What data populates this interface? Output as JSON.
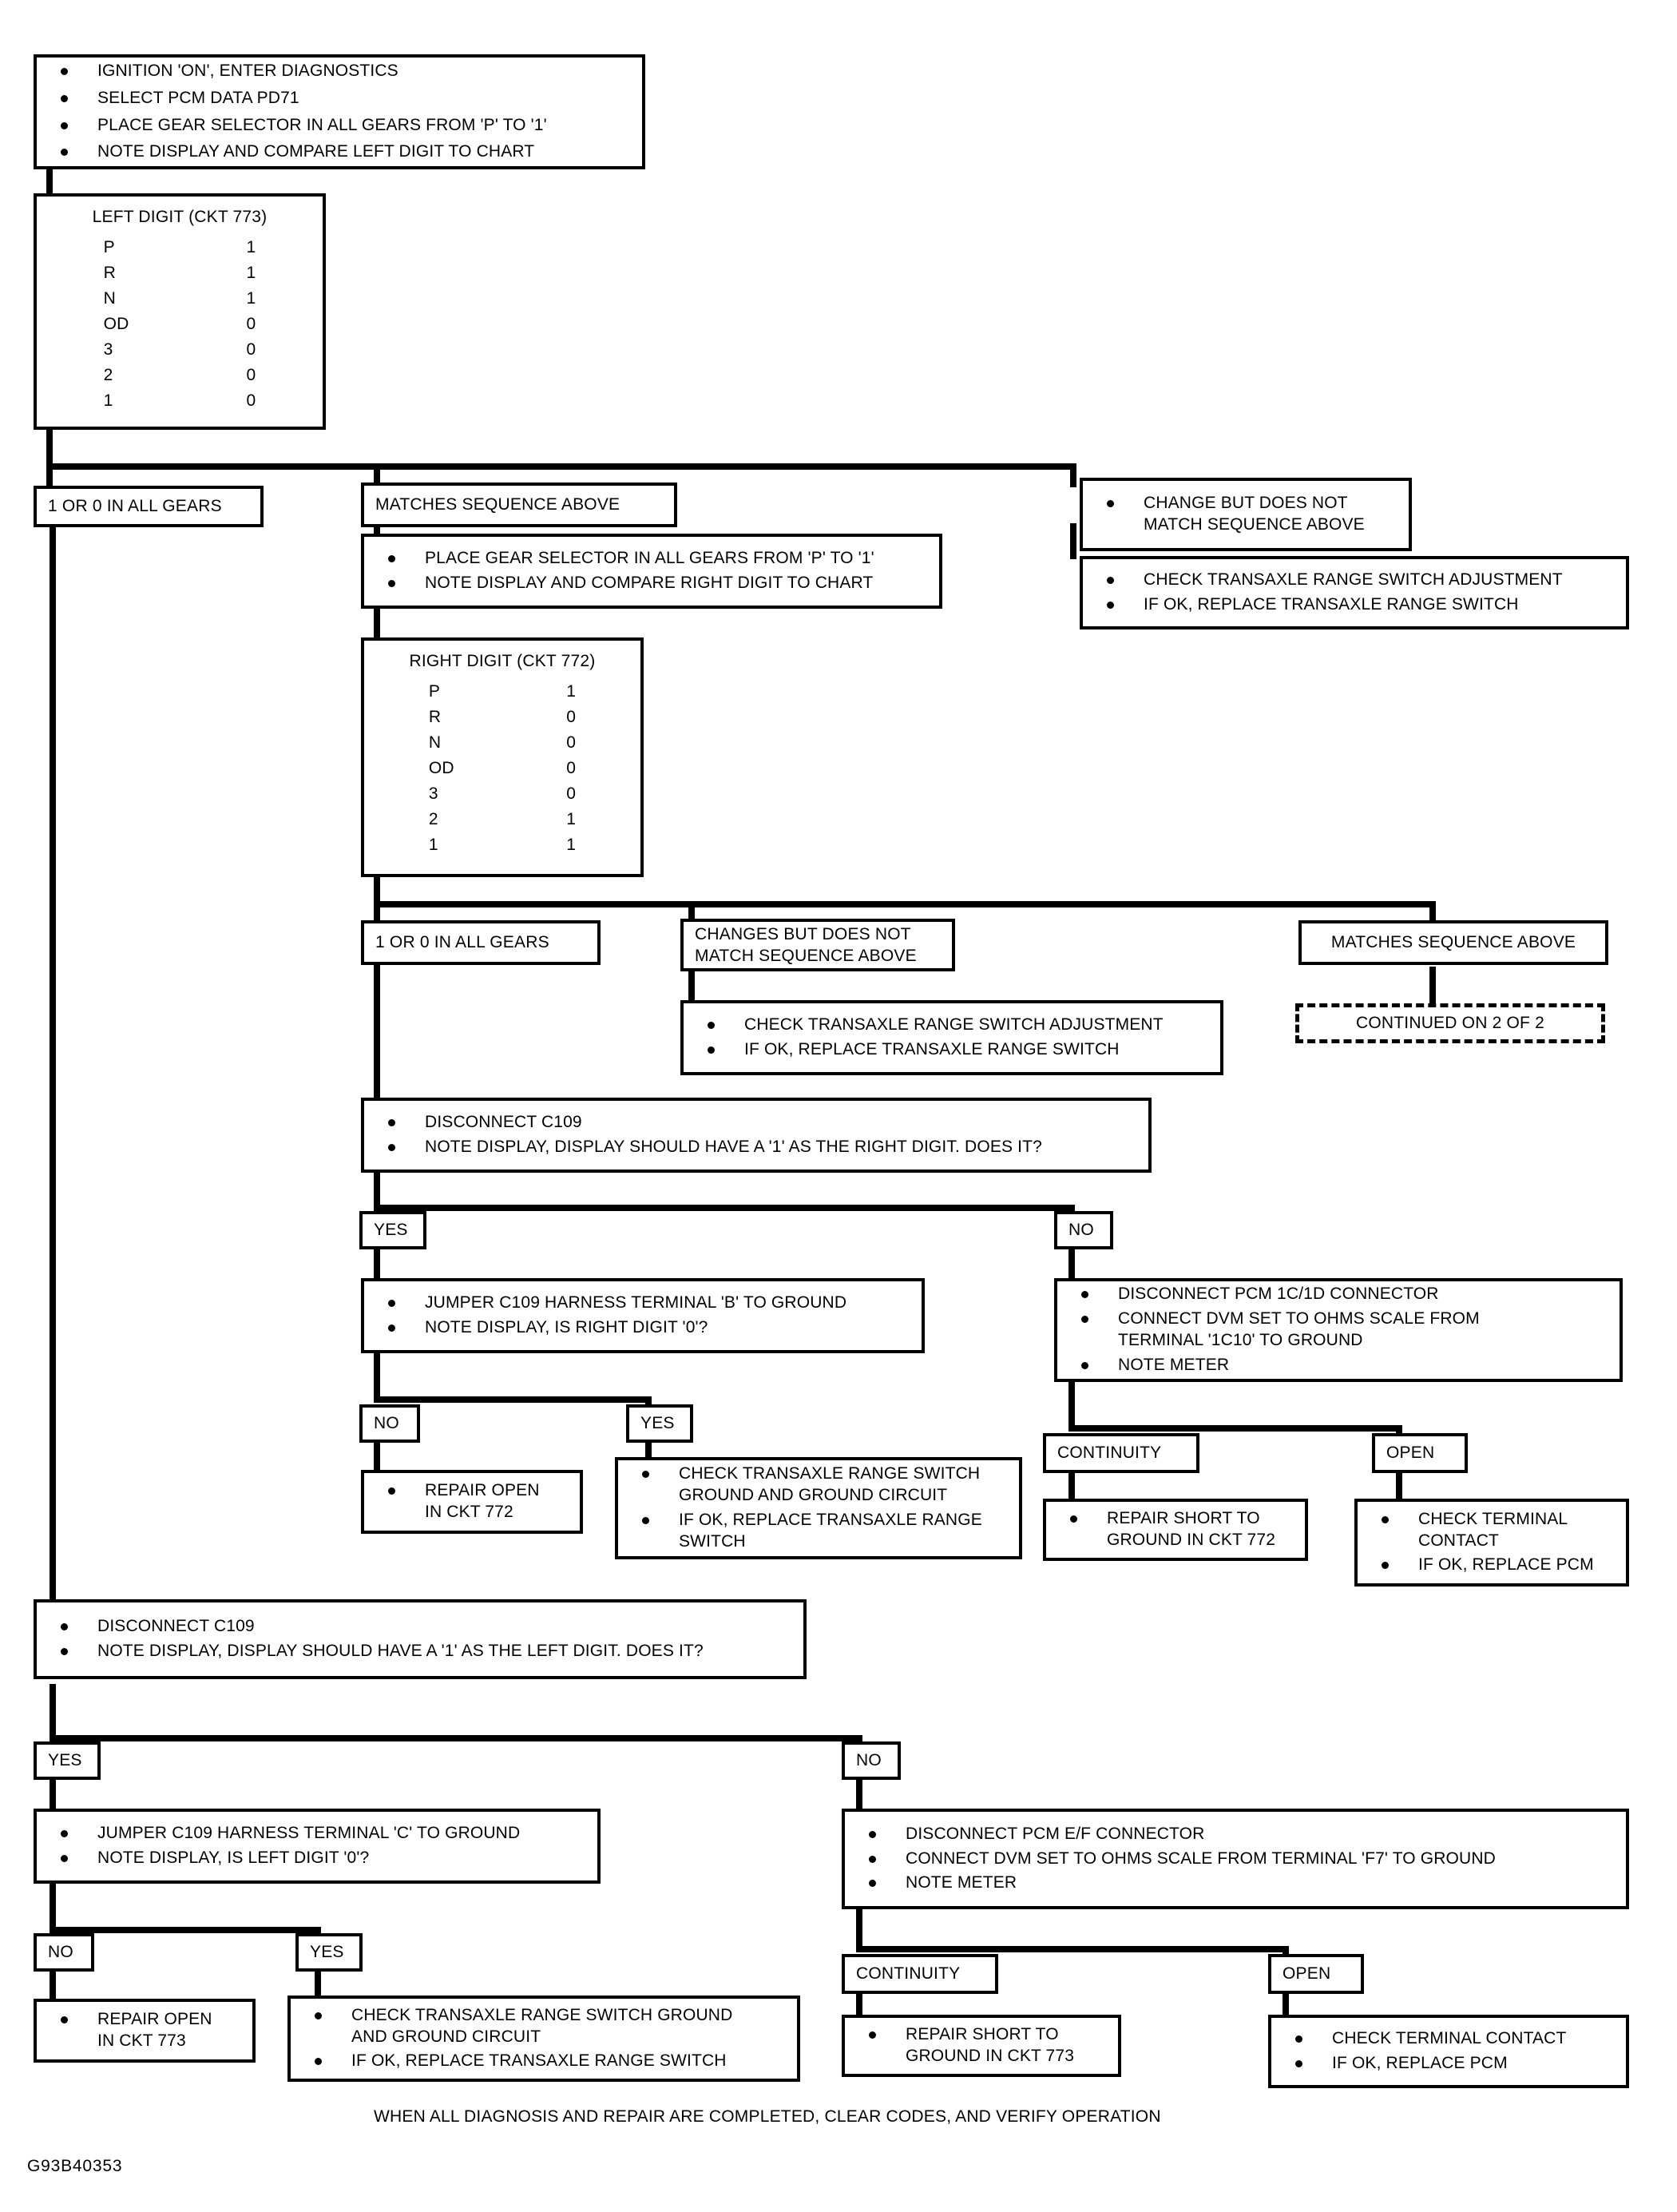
{
  "figure": {
    "code": "G93B40353",
    "closing_note": "WHEN ALL DIAGNOSIS AND REPAIR ARE COMPLETED,  CLEAR CODES, AND VERIFY OPERATION"
  },
  "start_block": {
    "items": [
      "IGNITION 'ON', ENTER DIAGNOSTICS",
      "SELECT PCM DATA PD71",
      "PLACE GEAR SELECTOR IN ALL GEARS FROM 'P' TO '1'",
      "NOTE DISPLAY AND COMPARE LEFT DIGIT TO CHART"
    ]
  },
  "left_digit_chart": {
    "title": "LEFT DIGIT (CKT 773)",
    "rows": [
      {
        "gear": "P",
        "value": "1"
      },
      {
        "gear": "R",
        "value": "1"
      },
      {
        "gear": "N",
        "value": "1"
      },
      {
        "gear": "OD",
        "value": "0"
      },
      {
        "gear": "3",
        "value": "0"
      },
      {
        "gear": "2",
        "value": "0"
      },
      {
        "gear": "1",
        "value": "0"
      }
    ]
  },
  "right_digit_chart": {
    "title": "RIGHT DIGIT (CKT 772)",
    "rows": [
      {
        "gear": "P",
        "value": "1"
      },
      {
        "gear": "R",
        "value": "0"
      },
      {
        "gear": "N",
        "value": "0"
      },
      {
        "gear": "OD",
        "value": "0"
      },
      {
        "gear": "3",
        "value": "0"
      },
      {
        "gear": "2",
        "value": "1"
      },
      {
        "gear": "1",
        "value": "1"
      }
    ]
  },
  "branch_row_1": {
    "left_label": "1 OR 0 IN ALL GEARS",
    "middle_label": "MATCHES SEQUENCE ABOVE",
    "right_item": "CHANGE BUT DOES NOT\nMATCH SEQUENCE ABOVE"
  },
  "right_digit_instructions": {
    "items": [
      "PLACE GEAR SELECTOR IN ALL GEARS FROM 'P' TO '1'",
      "NOTE DISPLAY AND COMPARE RIGHT DIGIT TO CHART"
    ]
  },
  "transaxle_fix_top": {
    "items": [
      "CHECK TRANSAXLE RANGE SWITCH ADJUSTMENT",
      "IF OK, REPLACE  TRANSAXLE RANGE SWITCH"
    ]
  },
  "branch_row_2": {
    "left_label": "1 OR 0 IN ALL GEARS",
    "middle_label": "CHANGES BUT DOES NOT\nMATCH SEQUENCE ABOVE",
    "right_label": "MATCHES SEQUENCE ABOVE",
    "continued_label": "CONTINUED ON 2 OF 2"
  },
  "transaxle_fix_mid": {
    "items": [
      "CHECK  TRANSAXLE RANGE SWITCH ADJUSTMENT",
      "IF OK, REPLACE TRANSAXLE RANGE SWITCH"
    ]
  },
  "right_digit_test": {
    "items": [
      "DISCONNECT C109",
      "NOTE  DISPLAY, DISPLAY SHOULD HAVE A '1' AS THE RIGHT DIGIT.  DOES IT?"
    ],
    "yes_label": "YES",
    "no_label": "NO"
  },
  "right_yes_branch": {
    "items": [
      "JUMPER C109  HARNESS TERMINAL 'B' TO GROUND",
      "NOTE DISPLAY,  IS RIGHT DIGIT '0'?"
    ],
    "no_label": "NO",
    "yes_label": "YES",
    "no_result": "REPAIR OPEN\nIN CKT 772",
    "yes_result": [
      "CHECK  TRANSAXLE RANGE SWITCH\nGROUND AND GROUND CIRCUIT",
      "IF OK, REPLACE TRANSAXLE RANGE\nSWITCH"
    ]
  },
  "right_no_branch": {
    "items": [
      "DISCONNECT PCM 1C/1D CONNECTOR",
      "CONNECT DVM SET TO OHMS SCALE FROM\nTERMINAL '1C10' TO GROUND",
      "NOTE  METER"
    ],
    "continuity_label": "CONTINUITY",
    "open_label": "OPEN",
    "continuity_result": "REPAIR SHORT  TO\nGROUND IN CKT 772",
    "open_result": [
      "CHECK TERMINAL\nCONTACT",
      "IF OK, REPLACE PCM"
    ]
  },
  "left_digit_test": {
    "items": [
      "DISCONNECT  C109",
      "NOTE  DISPLAY, DISPLAY SHOULD HAVE A '1' AS THE LEFT DIGIT.  DOES IT?"
    ],
    "yes_label": "YES",
    "no_label": "NO"
  },
  "left_yes_branch": {
    "items": [
      "JUMPER C109  HARNESS TERMINAL 'C' TO GROUND",
      "NOTE  DISPLAY,  IS LEFT DIGIT '0'?"
    ],
    "no_label": "NO",
    "yes_label": "YES",
    "no_result": "REPAIR OPEN\nIN CKT 773",
    "yes_result": [
      "CHECK  TRANSAXLE RANGE SWITCH GROUND\nAND GROUND CIRCUIT",
      "IF OK, REPLACE TRANSAXLE RANGE SWITCH"
    ]
  },
  "left_no_branch": {
    "items": [
      "DISCONNECT PCM E/F CONNECTOR",
      "CONNECT DVM SET TO OHMS SCALE FROM TERMINAL 'F7' TO GROUND",
      "NOTE  METER"
    ],
    "continuity_label": "CONTINUITY",
    "open_label": "OPEN",
    "continuity_result": "REPAIR SHORT  TO\nGROUND IN  CKT 773",
    "open_result": [
      "CHECK TERMINAL CONTACT",
      "IF OK, REPLACE PCM"
    ]
  }
}
